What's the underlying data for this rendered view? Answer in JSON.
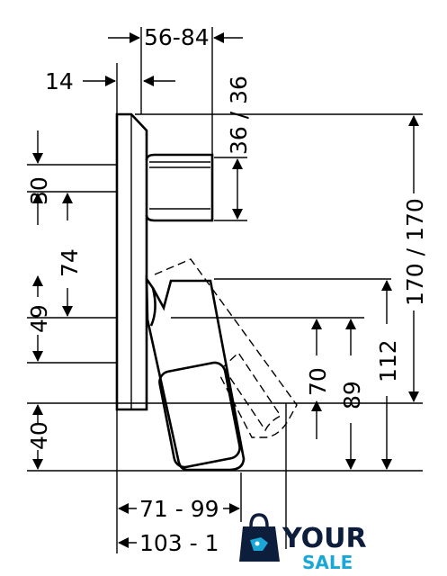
{
  "diagram": {
    "dimensions": {
      "top_width": "56-84",
      "plate_depth": "14",
      "right_vertical": "36 / 36",
      "left_upper": "30",
      "left_middle": "74",
      "left_lower": "49",
      "left_bottom": "40",
      "total_height": "170 / 170",
      "spout_112": "112",
      "spout_89": "89",
      "spout_70": "70",
      "bottom_reach_1": "71 - 99",
      "bottom_reach_2": "103 - 1"
    }
  },
  "watermark": {
    "word_1": "YOUR",
    "word_2": "SALE",
    "colors": {
      "dark": "#0d1d3c",
      "accent": "#19a7d8"
    }
  }
}
